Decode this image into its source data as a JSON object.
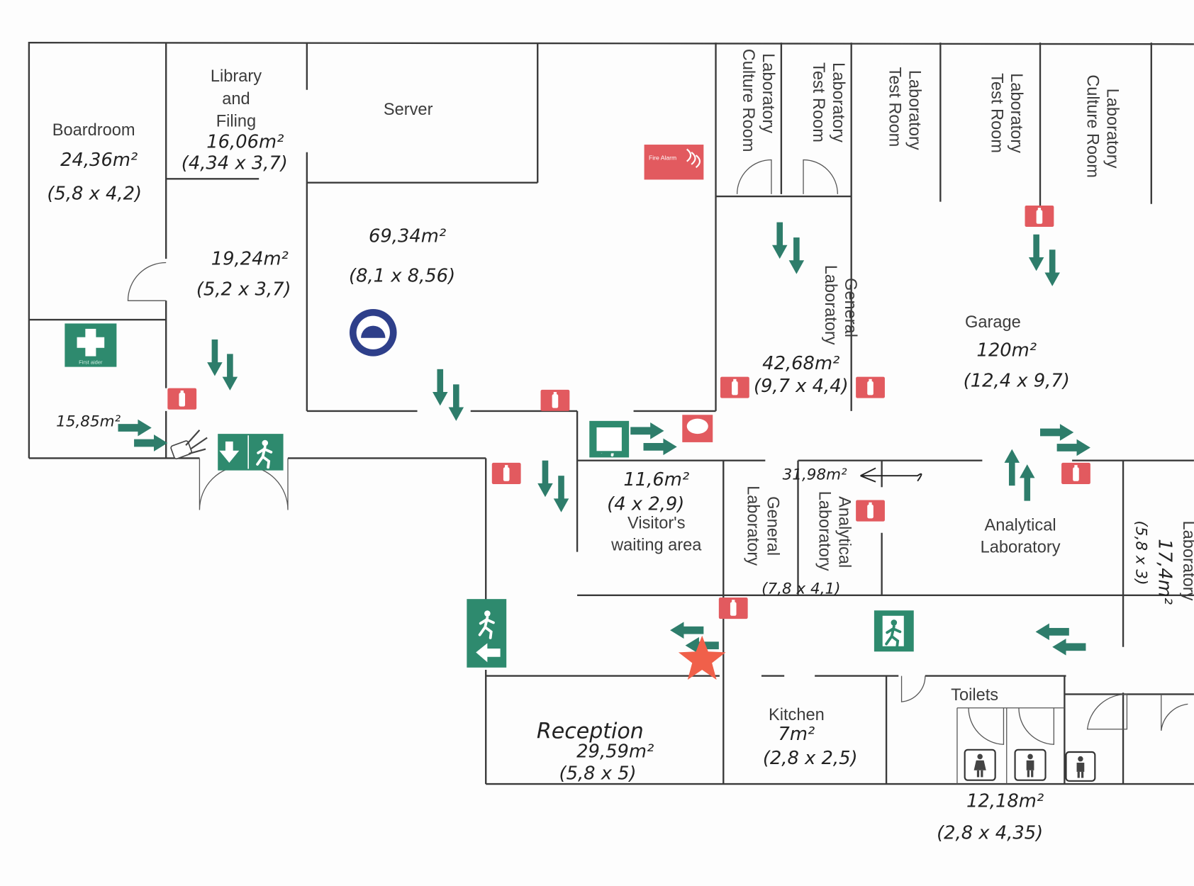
{
  "title": "Floor plan – evacuation layout",
  "colors": {
    "exit_sign": "#2e8a6e",
    "arrow": "#2e7d6b",
    "extinguisher": "#e25a5f",
    "star": "#f0604a",
    "wall": "#3a3a3a",
    "assembly_icon": "#2e3f8a"
  },
  "rooms": [
    {
      "id": "boardroom",
      "name": "Boardroom",
      "area": "24,36m²",
      "dims": "(5,8 x 4,2)"
    },
    {
      "id": "library",
      "name": "Library and Filing",
      "name_lines": [
        "Library",
        "and",
        "Filing"
      ],
      "area": "16,06m²",
      "dims": "(4,34 x 3,7)"
    },
    {
      "id": "corridor-left",
      "name": "",
      "area": "19,24m²",
      "dims": "(5,2 x 3,7)"
    },
    {
      "id": "server",
      "name": "Server"
    },
    {
      "id": "open-office",
      "name": "",
      "area": "69,34m²",
      "dims": "(8,1 x 8,56)"
    },
    {
      "id": "first-aid-room",
      "name": "",
      "area": "15,85m²"
    },
    {
      "id": "lab-culture-1",
      "name": "Laboratory Culture Room",
      "name_lines": [
        "Laboratory",
        "Culture Room"
      ]
    },
    {
      "id": "lab-test-1",
      "name": "Laboratory Test Room",
      "name_lines": [
        "Laboratory",
        "Test Room"
      ]
    },
    {
      "id": "lab-test-2",
      "name": "Laboratory Test Room",
      "name_lines": [
        "Laboratory",
        "Test Room"
      ]
    },
    {
      "id": "lab-test-3",
      "name": "Laboratory Test Room",
      "name_lines": [
        "Laboratory",
        "Test Room"
      ]
    },
    {
      "id": "lab-culture-2",
      "name": "Laboratory Culture Room",
      "name_lines": [
        "Laboratory",
        "Culture Room"
      ]
    },
    {
      "id": "general-lab-1",
      "name": "General Laboratory",
      "name_lines": [
        "General",
        "Laboratory"
      ],
      "area": "42,68m²",
      "dims": "(9,7 x 4,4)"
    },
    {
      "id": "garage",
      "name": "Garage",
      "area": "120m²",
      "dims": "(12,4 x 9,7)"
    },
    {
      "id": "visitors",
      "name": "Visitor's waiting area",
      "name_lines": [
        "Visitor's",
        "waiting area"
      ],
      "area": "11,6m²",
      "dims": "(4 x 2,9)"
    },
    {
      "id": "general-lab-2",
      "name": "General Laboratory",
      "name_lines": [
        "General",
        "Laboratory"
      ],
      "area": "31,98m²",
      "dims": "(7,8 x 4,1)"
    },
    {
      "id": "analytical-lab-small",
      "name": "Analytical Laboratory",
      "name_lines": [
        "Analytical",
        "Laboratory"
      ]
    },
    {
      "id": "analytical-lab",
      "name": "Analytical Laboratory",
      "name_lines": [
        "Analytical",
        "Laboratory"
      ]
    },
    {
      "id": "lab-right",
      "name": "Laboratory",
      "area": "17,4m²",
      "dims": "(5,8 x 3)"
    },
    {
      "id": "reception",
      "name": "Reception",
      "area": "29,59m²",
      "dims": "(5,8 x 5)"
    },
    {
      "id": "kitchen",
      "name": "Kitchen",
      "area": "7m²",
      "dims": "(2,8 x 2,5)"
    },
    {
      "id": "toilets",
      "name": "Toilets",
      "area": "12,18m²",
      "dims": "(2,8 x 4,35)"
    }
  ],
  "signs": {
    "first_aid": "First aider",
    "fire_alarm": "Fire Alarm",
    "you_are_here": "You are here"
  },
  "legend_icons": [
    "fire-extinguisher-icon",
    "emergency-exit-icon",
    "evacuation-arrow-icon",
    "first-aid-icon",
    "fire-alarm-icon",
    "assembly-point-icon",
    "you-are-here-star-icon",
    "keys-icon",
    "toilet-icon"
  ]
}
